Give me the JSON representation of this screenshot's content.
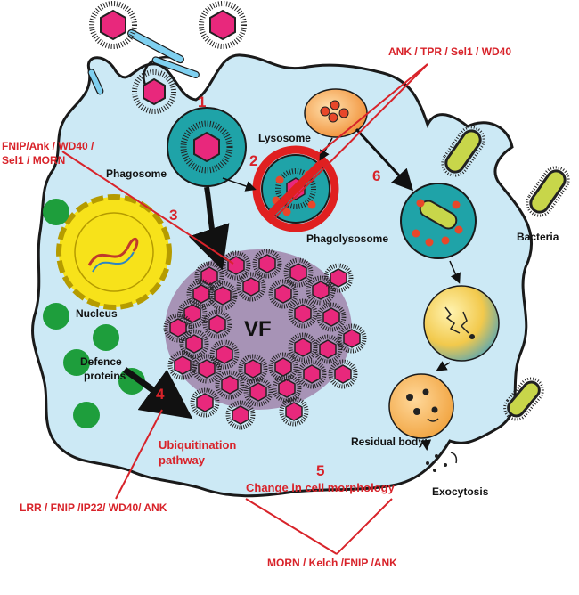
{
  "steps": [
    "1",
    "2",
    "3",
    "4",
    "5",
    "6"
  ],
  "labels": {
    "phagosome": "Phagosome",
    "lysosome": "Lysosome",
    "phagolysosome": "Phagolysosome",
    "bacteria": "Bacteria",
    "nucleus": "Nucleus",
    "defence_line1": "Defence",
    "defence_line2": "proteins",
    "vf": "VF",
    "residual_body": "Residual body",
    "exocytosis": "Exocytosis",
    "ubiquitination_line1": "Ubiquitination",
    "ubiquitination_line2": "pathway",
    "morphology": "Change in cell morphology"
  },
  "protein_domains": {
    "top_right": "ANK / TPR / Sel1 / WD40",
    "left_line1": "FNIP/Ank / WD40 /",
    "left_line2": "Sel1 / MORN",
    "bottom_left": "LRR / FNIP /IP22/ WD40/ ANK",
    "bottom_center": "MORN / Kelch /FNIP /ANK"
  },
  "colors": {
    "cytoplasm": "#cce9f5",
    "membrane": "#1a1a1a",
    "vacuole": "#1fa3a8",
    "virion": "#e8287c",
    "lysosome": "#f08a2e",
    "nucleus": "#f7e21a",
    "defence_protein": "#1e9e3c",
    "annotation_red": "#d8232a",
    "inhibition_red": "#e02020"
  },
  "icons": [
    "inhibition-sign-icon",
    "virion-icon",
    "bacterium-icon"
  ]
}
